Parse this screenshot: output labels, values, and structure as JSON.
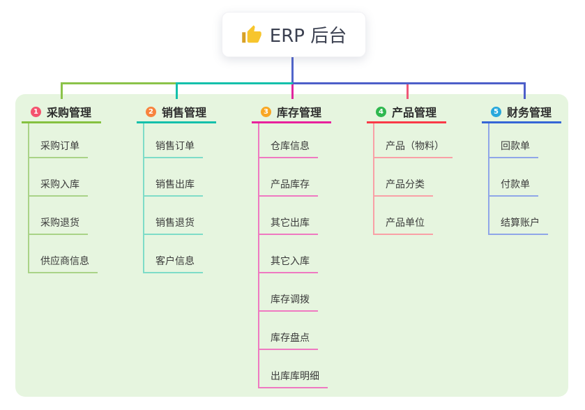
{
  "root": {
    "title": "ERP 后台",
    "icon": "thumbs-up"
  },
  "branches": [
    {
      "number": "1",
      "label": "采购管理",
      "badge_color": "#f4536e",
      "underline_color": "#85c140",
      "connector_color": "#8bc34a",
      "child_line_color": "#a9d387",
      "children": [
        "采购订单",
        "采购入库",
        "采购退货",
        "供应商信息"
      ]
    },
    {
      "number": "2",
      "label": "销售管理",
      "badge_color": "#f8833e",
      "underline_color": "#14c0ab",
      "connector_color": "#14c0ab",
      "child_line_color": "#7edcc8",
      "children": [
        "销售订单",
        "销售出库",
        "销售退货",
        "客户信息"
      ]
    },
    {
      "number": "3",
      "label": "库存管理",
      "badge_color": "#f9a723",
      "underline_color": "#e8219c",
      "connector_color": "#e0269e",
      "child_line_color": "#ef79c1",
      "children": [
        "仓库信息",
        "产品库存",
        "其它出库",
        "其它入库",
        "库存调拨",
        "库存盘点",
        "出库库明细"
      ]
    },
    {
      "number": "4",
      "label": "产品管理",
      "badge_color": "#2fb84f",
      "underline_color": "#f93a47",
      "connector_color": "#ef5878",
      "child_line_color": "#f9a0a6",
      "children": [
        "产品（物料）",
        "产品分类",
        "产品单位"
      ]
    },
    {
      "number": "5",
      "label": "财务管理",
      "badge_color": "#28a8dc",
      "underline_color": "#3566d6",
      "connector_color": "#4d5fc9",
      "child_line_color": "#8fa6e8",
      "children": [
        "回款单",
        "付款单",
        "结算账户"
      ]
    }
  ],
  "colors": {
    "page_bg": "#ffffff",
    "panel_bg": "#e6f5df",
    "root_line": "#5165cb",
    "bus_right": "#4d5fc9",
    "root_text": "#3b4050",
    "header_text": "#2d2d2d",
    "child_text": "#3a3a3a",
    "badge_text": "#ffffff",
    "icon_hand": "#f7c52d",
    "icon_cuff": "#d8a125"
  }
}
